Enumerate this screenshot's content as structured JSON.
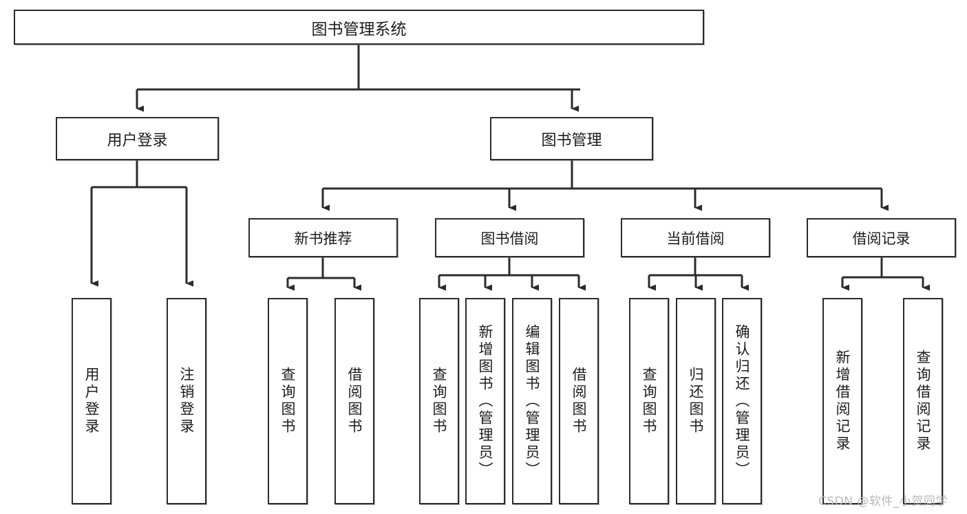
{
  "diagram": {
    "title": "图书管理系统",
    "type": "tree-hierarchy",
    "watermark": "CSDN @软件_小贺同学",
    "colors": {
      "box_border": "#2b2b2b",
      "box_fill": "#ffffff",
      "edge": "#2b2b2b",
      "text": "#1c1c1c",
      "watermark": "#b9b9b9",
      "background": "#ffffff"
    },
    "root": {
      "label": "图书管理系统"
    },
    "level2": [
      {
        "label": "用户登录"
      },
      {
        "label": "图书管理"
      }
    ],
    "level3": [
      {
        "label": "新书推荐"
      },
      {
        "label": "图书借阅"
      },
      {
        "label": "当前借阅"
      },
      {
        "label": "借阅记录"
      }
    ],
    "leaves": {
      "user_login": [
        {
          "label": "用户登录"
        },
        {
          "label": "注销登录"
        }
      ],
      "new_book_recommend": [
        {
          "label": "查询图书"
        },
        {
          "label": "借阅图书"
        }
      ],
      "book_borrow": [
        {
          "label": "查询图书"
        },
        {
          "label": "新增图书（管理员）"
        },
        {
          "label": "编辑图书（管理员）"
        },
        {
          "label": "借阅图书"
        }
      ],
      "current_borrow": [
        {
          "label": "查询图书"
        },
        {
          "label": "归还图书"
        },
        {
          "label": "确认归还（管理员）"
        }
      ],
      "borrow_record": [
        {
          "label": "新增借阅记录"
        },
        {
          "label": "查询借阅记录"
        }
      ]
    }
  }
}
